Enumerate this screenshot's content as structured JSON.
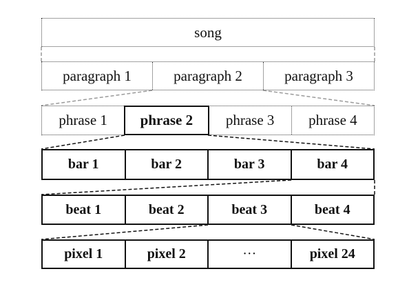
{
  "song": {
    "label": "song"
  },
  "paragraphs": [
    "paragraph 1",
    "paragraph 2",
    "paragraph 3"
  ],
  "phrases": [
    "phrase 1",
    "phrase 2",
    "phrase 3",
    "phrase 4"
  ],
  "selected_phrase": "phrase 2",
  "bars": [
    "bar 1",
    "bar 2",
    "bar 3",
    "bar 4"
  ],
  "beats": [
    "beat 1",
    "beat 2",
    "beat 3",
    "beat 4"
  ],
  "pixels": [
    "pixel 1",
    "pixel 2",
    "···",
    "pixel 24"
  ],
  "colors": {
    "line": "#111111",
    "dotted_line": "#444444",
    "connector_gray": "#9a9a9a"
  }
}
